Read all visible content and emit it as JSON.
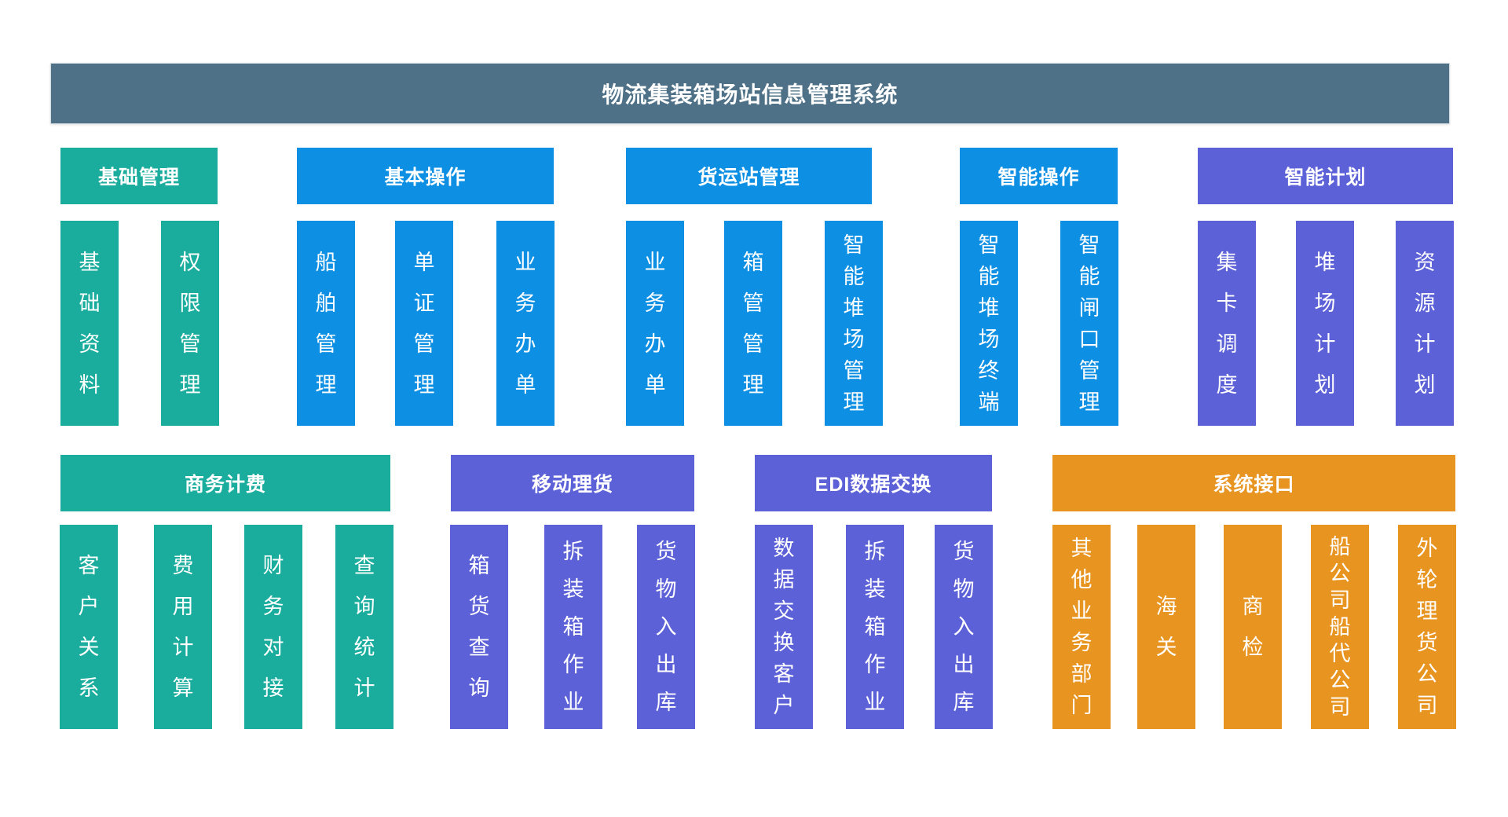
{
  "title": "物流集装箱场站信息管理系统",
  "colors": {
    "slate": "#4e7187",
    "teal": "#1aad9d",
    "blue": "#0d8fe4",
    "purple": "#5c61d8",
    "orange": "#e89420"
  },
  "sections": [
    {
      "label": "基础管理",
      "color": "teal",
      "columns": [
        "基础资料",
        "权限管理"
      ]
    },
    {
      "label": "基本操作",
      "color": "blue",
      "columns": [
        "船舶管理",
        "单证管理",
        "业务办单"
      ]
    },
    {
      "label": "货运站管理",
      "color": "blue",
      "columns": [
        "业务办单",
        "箱管管理",
        "智能堆场管理"
      ]
    },
    {
      "label": "智能操作",
      "color": "blue",
      "columns": [
        "智能堆场终端",
        "智能闸口管理"
      ]
    },
    {
      "label": "智能计划",
      "color": "purple",
      "columns": [
        "集卡调度",
        "堆场计划",
        "资源计划"
      ]
    },
    {
      "label": "商务计费",
      "color": "teal",
      "columns": [
        "客户关系",
        "费用计算",
        "财务对接",
        "查询统计"
      ]
    },
    {
      "label": "移动理货",
      "color": "purple",
      "columns": [
        "箱货查询",
        "拆装箱作业",
        "货物入出库"
      ]
    },
    {
      "label": "EDI数据交换",
      "color": "purple",
      "columns": [
        "数据交换客户",
        "拆装箱作业",
        "货物入出库"
      ]
    },
    {
      "label": "系统接口",
      "color": "orange",
      "columns": [
        "其他业务部门",
        "海关",
        "商检",
        "船公司船代公司",
        "外轮理货公司"
      ]
    }
  ]
}
